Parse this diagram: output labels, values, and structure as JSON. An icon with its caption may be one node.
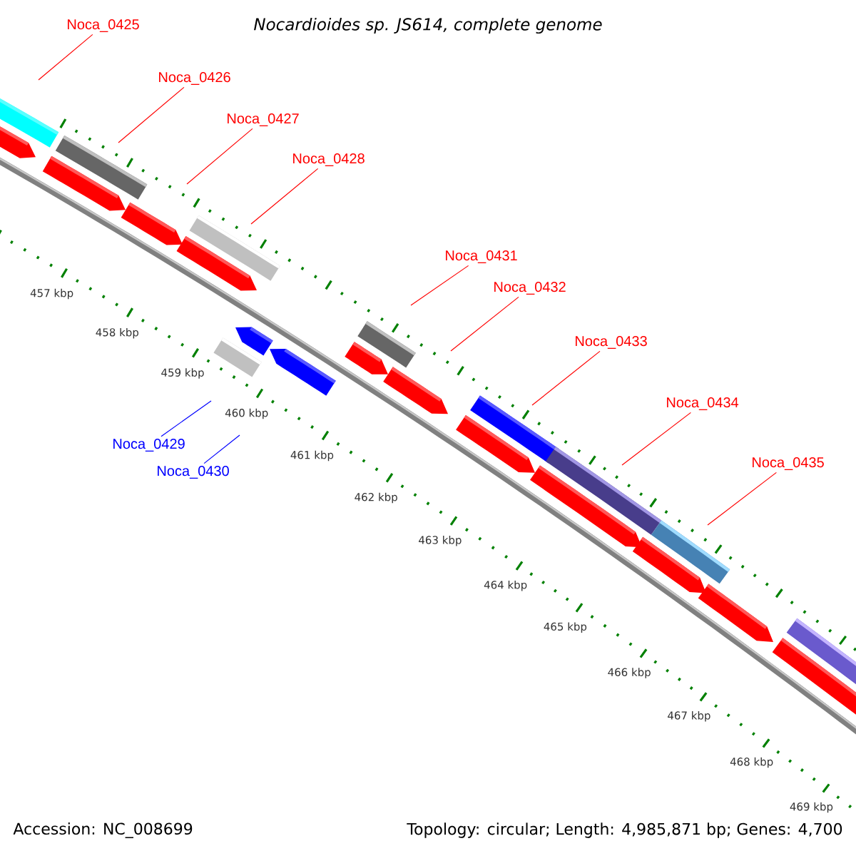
{
  "diagram": {
    "title": "Nocardioides sp. JS614, complete genome",
    "nodes": [
      {
        "text": [
          "Noca_0425"
        ]
      },
      {
        "text": [
          "Noca_0426"
        ]
      },
      {
        "text": [
          "Noca_0427"
        ]
      },
      {
        "text": [
          "Noca_0428"
        ]
      },
      {
        "text": [
          "Noca_0429"
        ]
      },
      {
        "text": [
          "Noca_0430"
        ]
      },
      {
        "text": [
          "Noca_0431"
        ]
      },
      {
        "text": [
          "Noca_0432"
        ]
      },
      {
        "text": [
          "Noca_0433"
        ]
      },
      {
        "text": [
          "Noca_0434"
        ]
      },
      {
        "text": [
          "Noca_0435"
        ]
      }
    ],
    "edges": [
      {
        "from": 0,
        "to": null,
        "arrow": "none"
      },
      {
        "from": 1,
        "to": null,
        "arrow": "none"
      },
      {
        "from": 2,
        "to": null,
        "arrow": "none"
      },
      {
        "from": 3,
        "to": null,
        "arrow": "none"
      },
      {
        "from": 4,
        "to": null,
        "arrow": "none",
        "color": "#0000ff"
      },
      {
        "from": 5,
        "to": null,
        "arrow": "none",
        "color": "#0000ff"
      },
      {
        "from": 6,
        "to": null,
        "arrow": "none"
      },
      {
        "from": 7,
        "to": null,
        "arrow": "none"
      },
      {
        "from": 8,
        "to": null,
        "arrow": "none"
      },
      {
        "from": 9,
        "to": null,
        "arrow": "none"
      },
      {
        "from": 10,
        "to": null,
        "arrow": "none"
      }
    ],
    "labels": [
      "457 kbp",
      "458 kbp",
      "459 kbp",
      "460 kbp",
      "461 kbp",
      "462 kbp",
      "463 kbp",
      "464 kbp",
      "465 kbp",
      "466 kbp",
      "467 kbp",
      "468 kbp",
      "469 kbp",
      "Accession: NC_008699",
      "Topology: circular; Length: 4,985,871 bp; Genes: 4,700"
    ]
  }
}
